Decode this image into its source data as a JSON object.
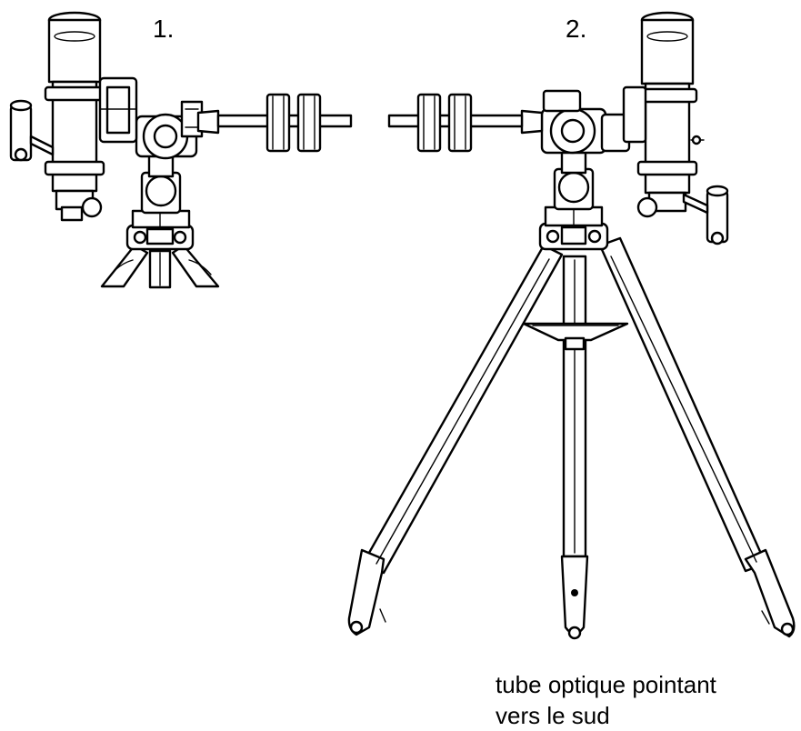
{
  "labels": {
    "step1": "1.",
    "step2": "2."
  },
  "caption": {
    "line1": "tube optique pointant",
    "line2": "vers le sud"
  }
}
